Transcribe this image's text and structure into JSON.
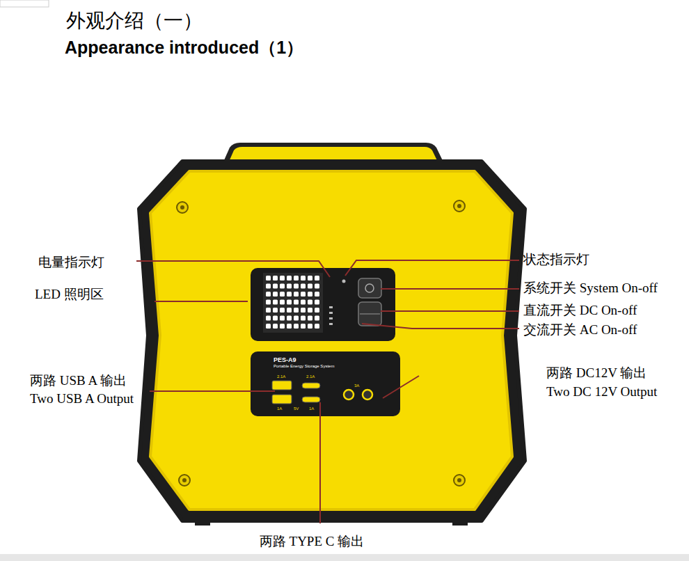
{
  "diagram": {
    "title": "外观介绍（一）",
    "labels": [
      "Appearance introduced（1）",
      "电量指示灯",
      "LED 照明区",
      "两路 USB A 输出",
      "Two USB A Output",
      "两路 TYPE C 输出",
      "状态指示灯",
      "系统开关 System On-off",
      "直流开关 DC On-off",
      "交流开关 AC On-off",
      "两路 DC12V 输出",
      "Two DC 12V Output",
      "PES-A9",
      "Portable Energy Storage System",
      "2.1A",
      "2.1A",
      "1A",
      "5V",
      "1A",
      "3A"
    ]
  }
}
